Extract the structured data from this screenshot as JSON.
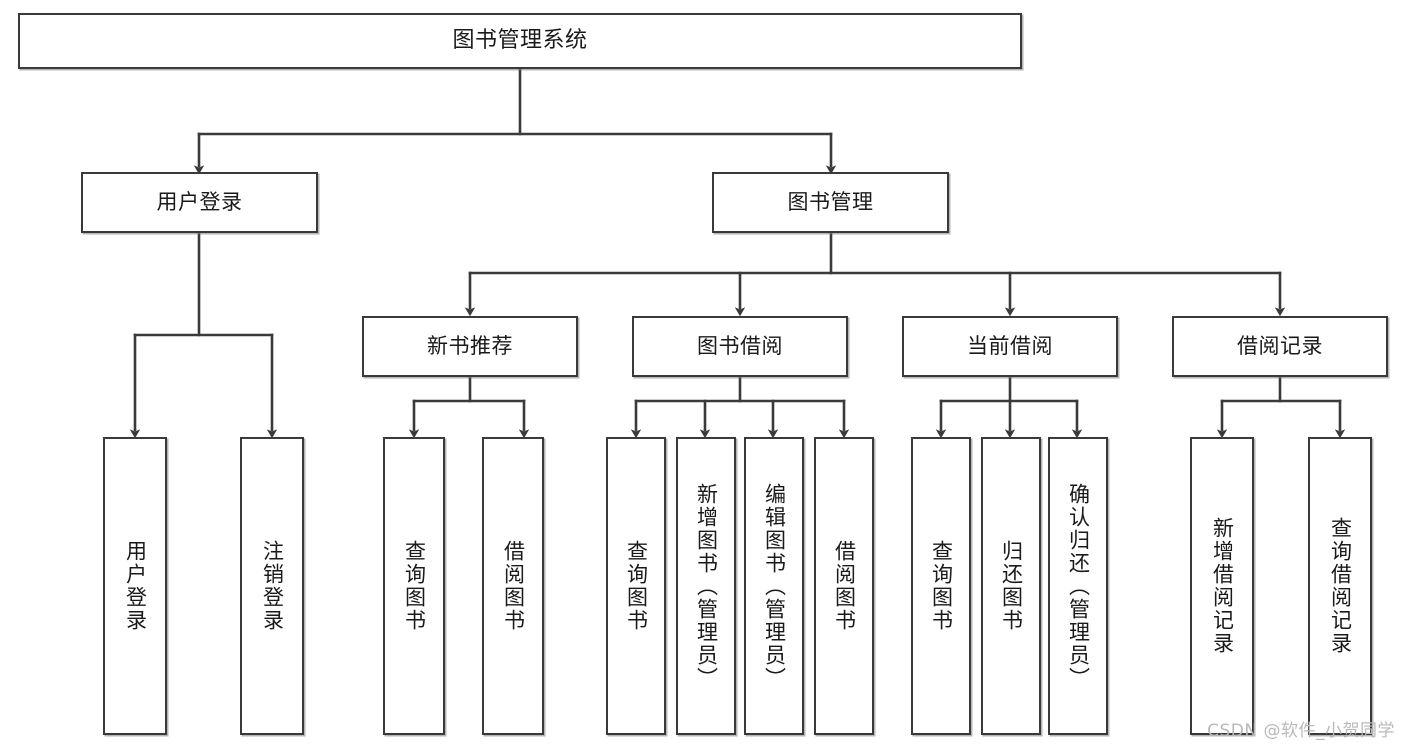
{
  "diagram": {
    "title": "图书管理系统",
    "type": "tree-hierarchy",
    "watermark": "CSDN @软件_小贺同学",
    "colors": {
      "stroke": "#3a3a3a",
      "fill": "#ffffff",
      "text": "#1a1a1a",
      "watermark": "#b9b9b9"
    },
    "nodes": {
      "root": {
        "label": "图书管理系统"
      },
      "level1": [
        {
          "id": "user-login",
          "label": "用户登录"
        },
        {
          "id": "book-management",
          "label": "图书管理"
        }
      ],
      "level2": [
        {
          "id": "new-book-recommend",
          "label": "新书推荐"
        },
        {
          "id": "book-borrow",
          "label": "图书借阅"
        },
        {
          "id": "current-borrow",
          "label": "当前借阅"
        },
        {
          "id": "borrow-record",
          "label": "借阅记录"
        }
      ],
      "leaves": {
        "user-login": [
          {
            "id": "leaf-user-login",
            "label": "用户登录"
          },
          {
            "id": "leaf-user-logout",
            "label": "注销登录"
          }
        ],
        "new-book-recommend": [
          {
            "id": "leaf-query-book-1",
            "label": "查询图书"
          },
          {
            "id": "leaf-borrow-book-1",
            "label": "借阅图书"
          }
        ],
        "book-borrow": [
          {
            "id": "leaf-query-book-2",
            "label": "查询图书"
          },
          {
            "id": "leaf-add-book",
            "label": "新增图书（管理员）"
          },
          {
            "id": "leaf-edit-book",
            "label": "编辑图书（管理员）"
          },
          {
            "id": "leaf-borrow-book-2",
            "label": "借阅图书"
          }
        ],
        "current-borrow": [
          {
            "id": "leaf-query-book-3",
            "label": "查询图书"
          },
          {
            "id": "leaf-return-book",
            "label": "归还图书"
          },
          {
            "id": "leaf-confirm-return",
            "label": "确认归还（管理员）"
          }
        ],
        "borrow-record": [
          {
            "id": "leaf-add-record",
            "label": "新增借阅记录"
          },
          {
            "id": "leaf-query-record",
            "label": "查询借阅记录"
          }
        ]
      }
    }
  }
}
